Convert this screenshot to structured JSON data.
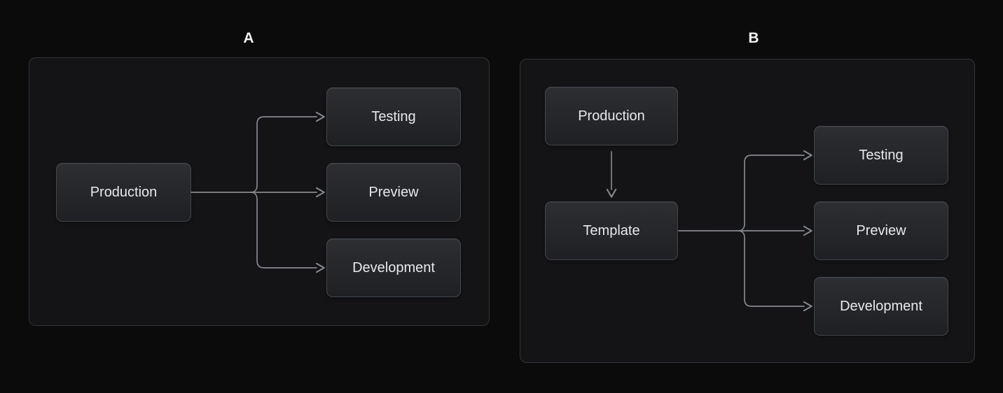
{
  "diagram": {
    "panels": [
      {
        "label": "A",
        "nodes": {
          "production": "Production",
          "testing": "Testing",
          "preview": "Preview",
          "development": "Development"
        },
        "edges": [
          {
            "from": "Production",
            "to": "Testing"
          },
          {
            "from": "Production",
            "to": "Preview"
          },
          {
            "from": "Production",
            "to": "Development"
          }
        ]
      },
      {
        "label": "B",
        "nodes": {
          "production": "Production",
          "template": "Template",
          "testing": "Testing",
          "preview": "Preview",
          "development": "Development"
        },
        "edges": [
          {
            "from": "Production",
            "to": "Template"
          },
          {
            "from": "Template",
            "to": "Testing"
          },
          {
            "from": "Template",
            "to": "Preview"
          },
          {
            "from": "Template",
            "to": "Development"
          }
        ]
      }
    ]
  },
  "colors": {
    "page-bg": "#0b0b0c",
    "panel-bg": "#141416",
    "panel-border": "#333539",
    "node-bg-top": "#2c2e32",
    "node-bg-bottom": "#1e2023",
    "node-border": "#43464b",
    "node-text": "#e8e9ea",
    "arrow": "#85888e",
    "label-text": "#f2f3f4"
  }
}
